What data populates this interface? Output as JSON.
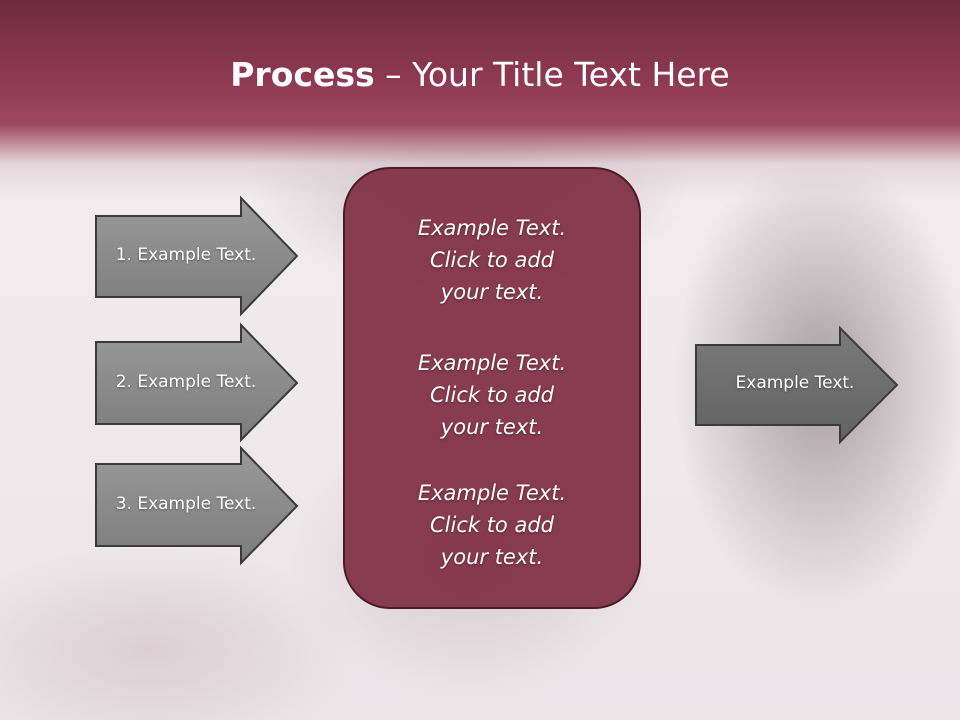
{
  "title": {
    "bold": "Process",
    "rest": " – Your Title Text Here"
  },
  "inputs": [
    {
      "label": "1. Example Text."
    },
    {
      "label": "2. Example Text."
    },
    {
      "label": "3. Example Text."
    }
  ],
  "center": [
    {
      "line1": "Example Text.",
      "line2": "Click  to add",
      "line3": "your text."
    },
    {
      "line1": "Example Text.",
      "line2": "Click  to add",
      "line3": "your text."
    },
    {
      "line1": "Example Text.",
      "line2": "Click  to add",
      "line3": "your text."
    }
  ],
  "output": {
    "label": "Example Text."
  },
  "colors": {
    "header": "#8e3952",
    "center_box": "#833448",
    "arrow_fill": "#8a8a8a",
    "output_arrow_fill": "#6e6e6e"
  }
}
